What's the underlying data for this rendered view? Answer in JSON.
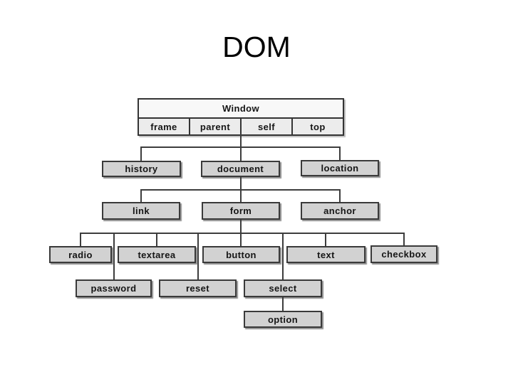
{
  "slide": {
    "title": "DOM"
  },
  "diagram": {
    "window_table": {
      "header": "Window",
      "cells": [
        "frame",
        "parent",
        "self",
        "top"
      ]
    },
    "nodes": {
      "history": "history",
      "document": "document",
      "location": "location",
      "link": "link",
      "form": "form",
      "anchor": "anchor",
      "radio": "radio",
      "textarea": "textarea",
      "button": "button",
      "text": "text",
      "checkbox": "checkbox",
      "password": "password",
      "reset": "reset",
      "select": "select",
      "option": "option"
    },
    "tree": {
      "Window": [
        "history",
        "document",
        "location"
      ],
      "document": [
        "link",
        "form",
        "anchor"
      ],
      "form": [
        "radio",
        "textarea",
        "button",
        "text",
        "checkbox",
        "password",
        "reset",
        "select"
      ],
      "select": [
        "option"
      ]
    },
    "colors": {
      "background": "#ffffff",
      "node_fill": "#d2d2d2",
      "node_border": "#3a3a3a",
      "node_shadow": "#8f8f8f",
      "table_header_fill": "#f8f8f8",
      "table_cells_fill": "#ececec",
      "connector": "#3d3d3d",
      "text": "#151515"
    }
  }
}
